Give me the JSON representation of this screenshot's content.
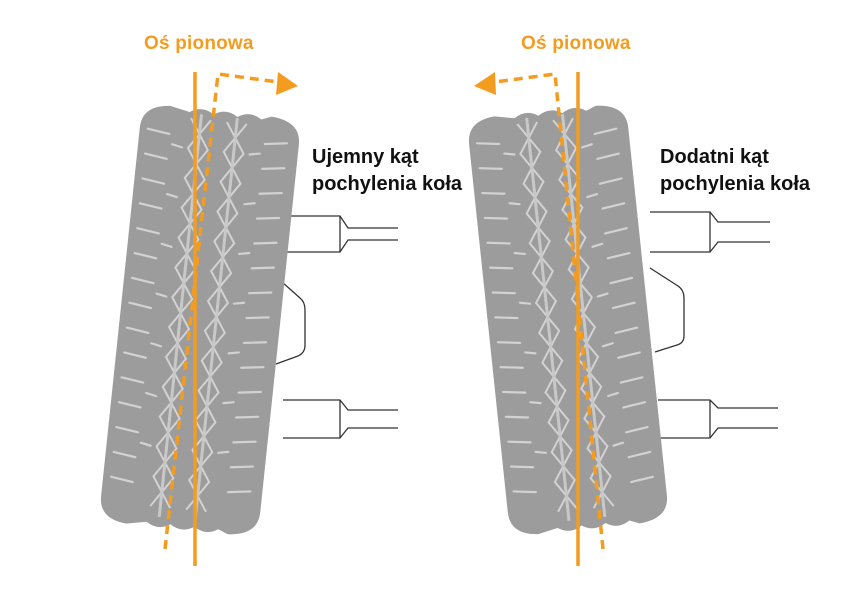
{
  "colors": {
    "axis": "#f39c1f",
    "tire": "#9c9c9c",
    "tread": "#d2d2d2",
    "text": "#111111",
    "suspension": "#333333"
  },
  "left_panel": {
    "axis_label": "Oś pionowa",
    "camber_line1": "Ujemny kąt",
    "camber_line2": "pochylenia koła"
  },
  "right_panel": {
    "axis_label": "Oś pionowa",
    "camber_line1": "Dodatni kąt",
    "camber_line2": "pochylenia koła"
  }
}
